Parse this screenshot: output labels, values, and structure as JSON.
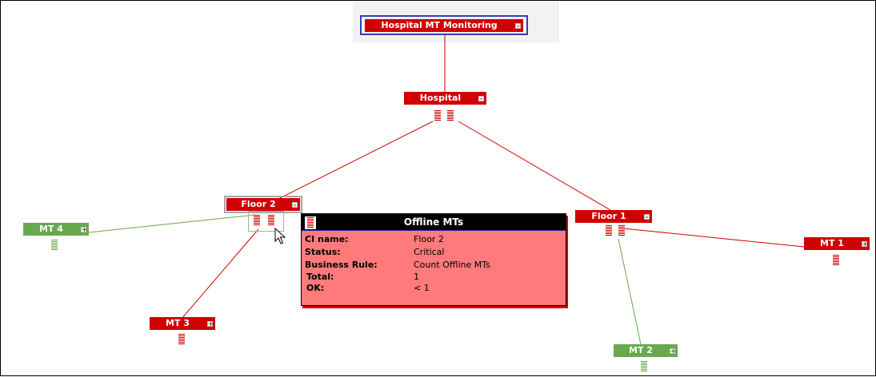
{
  "nodes": {
    "root": {
      "label": "Hospital MT Monitoring",
      "status": "critical",
      "toggle": "-"
    },
    "hospital": {
      "label": "Hospital",
      "status": "critical",
      "toggle": "-"
    },
    "floor2": {
      "label": "Floor 2",
      "status": "critical",
      "toggle": "-"
    },
    "floor1": {
      "label": "Floor 1",
      "status": "critical",
      "toggle": "-"
    },
    "mt4": {
      "label": "MT 4",
      "status": "ok",
      "toggle": "+"
    },
    "mt3": {
      "label": "MT 3",
      "status": "critical",
      "toggle": "+"
    },
    "mt1": {
      "label": "MT 1",
      "status": "critical",
      "toggle": "+"
    },
    "mt2": {
      "label": "MT 2",
      "status": "ok",
      "toggle": "+"
    }
  },
  "tooltip": {
    "title": "Offline MTs",
    "rows": [
      {
        "key": "CI name:",
        "value": "Floor 2"
      },
      {
        "key": "Status:",
        "value": "Critical"
      },
      {
        "key": "Business Rule:",
        "value": "Count Offline MTs"
      },
      {
        "key": "Total:",
        "value": "1"
      },
      {
        "key": "OK:",
        "value": "< 1"
      }
    ]
  },
  "colors": {
    "critical": "#d10000",
    "ok": "#6aa84f",
    "tooltip_bg": "#ff7a7a",
    "selection": "#3a3ab8"
  },
  "icons": {
    "cursor": "mouse-pointer-icon",
    "expand": "plus-icon",
    "collapse": "minus-icon"
  }
}
